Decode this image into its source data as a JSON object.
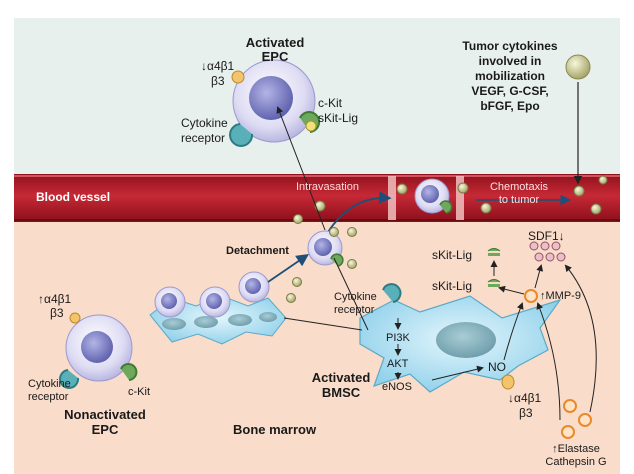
{
  "regions": {
    "blood_vessel": "Blood vessel",
    "bone_marrow": "Bone marrow"
  },
  "epc_activated": {
    "title_line1": "Activated",
    "title_line2": "EPC",
    "integrin_line1": "↓α4β1",
    "integrin_line2": "β3",
    "ckit": "c-Kit",
    "skit": "sKit-Lig",
    "cytokine_line1": "Cytokine",
    "cytokine_line2": "receptor"
  },
  "tumor": {
    "line1": "Tumor cytokines",
    "line2": "involved in",
    "line3": "mobilization",
    "line4": "VEGF, G-CSF,",
    "line5": "bFGF, Epo"
  },
  "vessel": {
    "intravasation": "Intravasation",
    "chemo_line1": "Chemotaxis",
    "chemo_line2": "to tumor"
  },
  "marrow": {
    "detachment": "Detachment",
    "nonact_integrin_line1": "↑α4β1",
    "nonact_integrin_line2": "β3",
    "nonact_cytokine_line1": "Cytokine",
    "nonact_cytokine_line2": "receptor",
    "nonact_ckit": "c-Kit",
    "nonact_line1": "Nonactivated",
    "nonact_line2": "EPC",
    "bmsc_cytokine_line1": "Cytokine",
    "bmsc_cytokine_line2": "receptor",
    "pi3k": "PI3K",
    "akt": "AKT",
    "enos": "eNOS",
    "no": "NO",
    "bmsc_line1": "Activated",
    "bmsc_line2": "BMSC",
    "skit_upper": "sKit-Lig",
    "skit_lower": "sKit-Lig",
    "sdf1": "SDF1↓",
    "mmp9": "↑MMP-9",
    "bmsc_integrin_line1": "↓α4β1",
    "bmsc_integrin_line2": "β3",
    "elastase_line1": "↑Elastase",
    "elastase_line2": "Cathepsin G"
  },
  "colors": {
    "sky": "#e9f1ee",
    "vessel_red": "#b8202c",
    "marrow": "#f9dcc9",
    "cell_lilac": "#d8d6f0",
    "nucleus": "#7d7fc4",
    "stromal_blue": "#bfe6f5",
    "cytokine_olive": "#c8c88a",
    "mmp_orange": "#f19a3c"
  }
}
